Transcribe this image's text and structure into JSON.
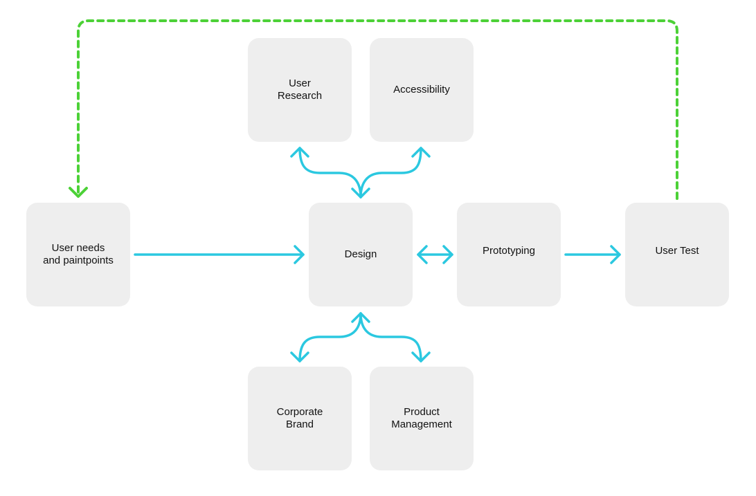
{
  "nodes": {
    "user_research": "User\nResearch",
    "accessibility": "Accessibility",
    "user_needs": "User needs\nand paintpoints",
    "design": "Design",
    "prototyping": "Prototyping",
    "user_test": "User Test",
    "corporate_brand": "Corporate\nBrand",
    "product_management": "Product\nManagement"
  },
  "colors": {
    "node_fill": "#eeeeee",
    "flow_arrow": "#2bc8e0",
    "feedback_arrow": "#4cd137",
    "text": "#111111"
  },
  "edges": [
    {
      "from": "user_needs",
      "to": "design",
      "style": "solid",
      "direction": "forward"
    },
    {
      "from": "design",
      "to": "prototyping",
      "style": "solid",
      "direction": "both"
    },
    {
      "from": "prototyping",
      "to": "user_test",
      "style": "solid",
      "direction": "forward"
    },
    {
      "from": "design",
      "to": "user_research",
      "style": "solid",
      "direction": "both"
    },
    {
      "from": "design",
      "to": "accessibility",
      "style": "solid",
      "direction": "both"
    },
    {
      "from": "design",
      "to": "corporate_brand",
      "style": "solid",
      "direction": "both"
    },
    {
      "from": "design",
      "to": "product_management",
      "style": "solid",
      "direction": "both"
    },
    {
      "from": "user_test",
      "to": "user_needs",
      "style": "dashed",
      "direction": "forward"
    }
  ]
}
